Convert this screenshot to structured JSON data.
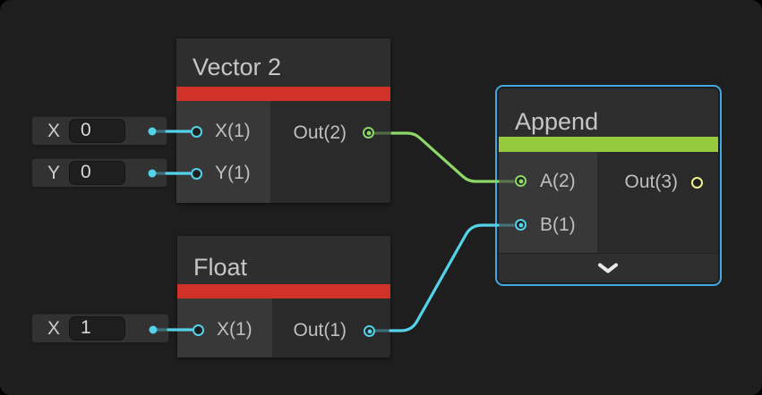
{
  "canvas": {
    "type": "shader-graph",
    "selected_node": "Append"
  },
  "colors": {
    "background": "#1e1e1e",
    "node_header": "#2e2e2e",
    "node_body": "#2a2a2a",
    "node_input_section": "#383838",
    "accent_red": "#d03228",
    "accent_green": "#95c93e",
    "selection_blue": "#3fa9e0",
    "wire_cyan": "#53d2e9",
    "wire_green": "#8dd668",
    "port_yellow": "#edf08c"
  },
  "nodes": {
    "vector2": {
      "title": "Vector 2",
      "accent": "#d03228",
      "ports": {
        "in1": "X(1)",
        "in2": "Y(1)",
        "out": "Out(2)"
      }
    },
    "float1": {
      "title": "Float",
      "accent": "#d03228",
      "ports": {
        "in1": "X(1)",
        "out": "Out(1)"
      }
    },
    "append": {
      "title": "Append",
      "accent": "#95c93e",
      "selected": true,
      "ports": {
        "in1": "A(2)",
        "in2": "B(1)",
        "out": "Out(3)"
      }
    }
  },
  "fields": {
    "vector2_x": {
      "label": "X",
      "value": "0"
    },
    "vector2_y": {
      "label": "Y",
      "value": "0"
    },
    "float_x": {
      "label": "X",
      "value": "1"
    }
  }
}
